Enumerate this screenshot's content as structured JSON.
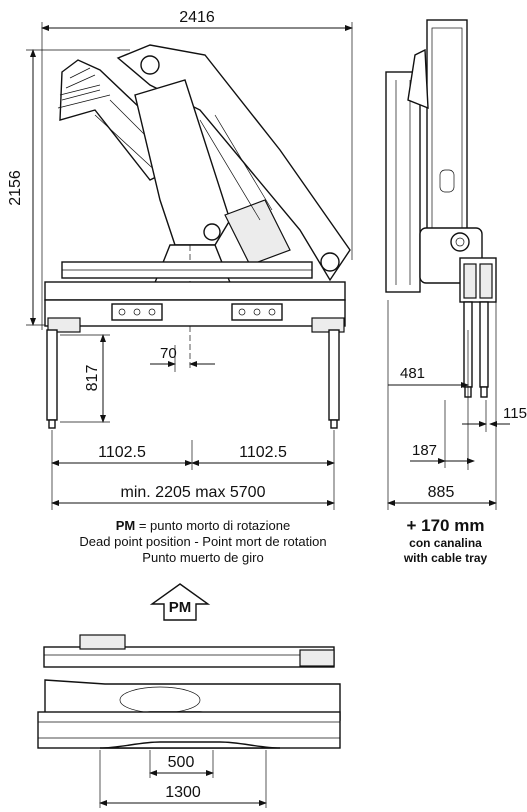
{
  "dimensions": {
    "overall_width": "2416",
    "height": "2156",
    "offset": "70",
    "leg_height": "817",
    "half_left": "1102.5",
    "half_right": "1102.5",
    "span_range": "min. 2205 max 5700",
    "side_481": "481",
    "side_115": "115",
    "side_187": "187",
    "side_885": "885",
    "top_500": "500",
    "top_1300": "1300"
  },
  "legend": {
    "pm_abbr": "PM",
    "pm_def": " = punto morto di rotazione",
    "line_en_fr": "Dead point position - Point mort de rotation",
    "line_es": "Punto muerto de giro"
  },
  "cable_tray": {
    "extra": "+ 170 mm",
    "it": "con canalina",
    "en": "with cable tray"
  },
  "pm_arrow_label": "PM"
}
